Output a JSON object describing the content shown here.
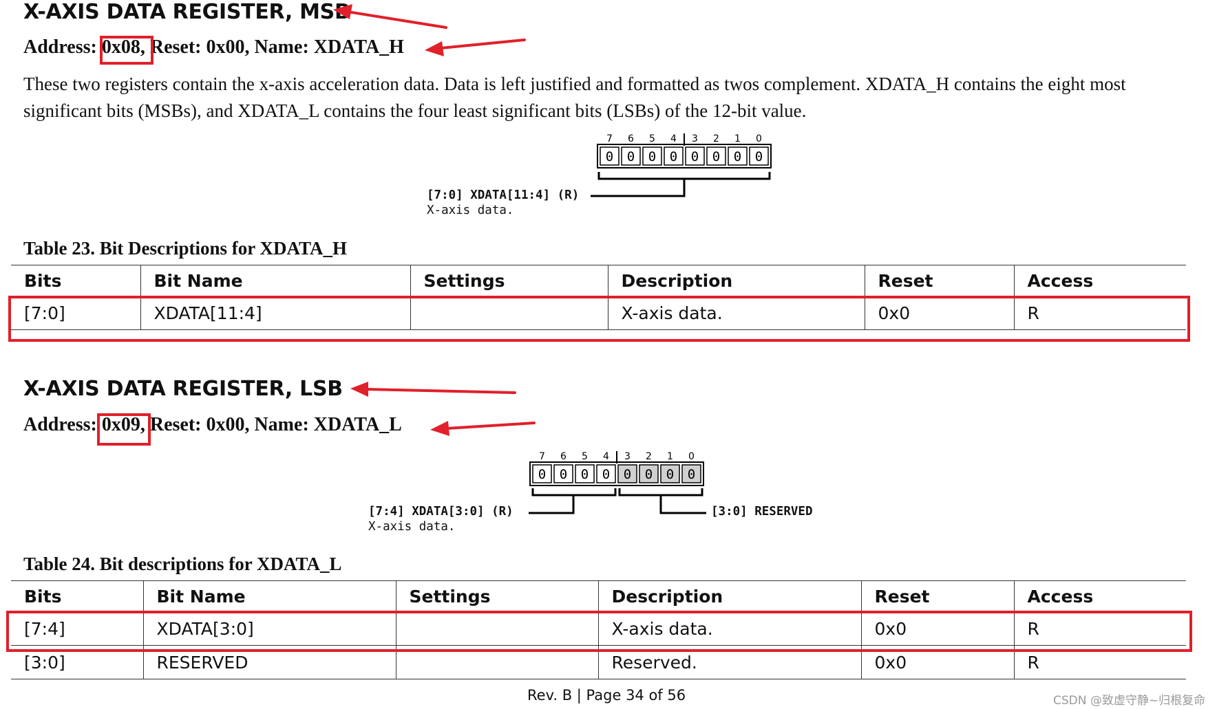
{
  "section_msb": {
    "heading": "X-AXIS DATA REGISTER, MSB",
    "address_label": "Address:",
    "address_value": "0x08",
    "address_rest": "Reset: 0x00, Name: XDATA_H",
    "paragraph": "These two registers contain the x-axis acceleration data. Data is left justified and formatted as twos complement. XDATA_H contains the eight most significant bits (MSBs), and XDATA_L contains the four least significant bits (LSBs) of the 12-bit value.",
    "diagram": {
      "bit_numbers": [
        "7",
        "6",
        "5",
        "4",
        "3",
        "2",
        "1",
        "0"
      ],
      "bit_values": [
        "0",
        "0",
        "0",
        "0",
        "0",
        "0",
        "0",
        "0"
      ],
      "field_label": "[7:0] XDATA[11:4] (R)",
      "field_desc": "X-axis data."
    },
    "table_title": "Table 23. Bit Descriptions for XDATA_H",
    "headers": [
      "Bits",
      "Bit Name",
      "Settings",
      "Description",
      "Reset",
      "Access"
    ],
    "rows": [
      [
        "[7:0]",
        "XDATA[11:4]",
        "",
        "X-axis data.",
        "0x0",
        "R"
      ]
    ]
  },
  "section_lsb": {
    "heading": "X-AXIS DATA REGISTER, LSB",
    "address_label": "Address:",
    "address_value": "0x09",
    "address_rest": "Reset: 0x00, Name: XDATA_L",
    "diagram": {
      "bit_numbers": [
        "7",
        "6",
        "5",
        "4",
        "3",
        "2",
        "1",
        "0"
      ],
      "bit_values": [
        "0",
        "0",
        "0",
        "0",
        "0",
        "0",
        "0",
        "0"
      ],
      "field_label": "[7:4] XDATA[3:0] (R)",
      "field_desc": "X-axis data.",
      "reserved_label": "[3:0] RESERVED"
    },
    "table_title": "Table 24. Bit descriptions for XDATA_L",
    "headers": [
      "Bits",
      "Bit Name",
      "Settings",
      "Description",
      "Reset",
      "Access"
    ],
    "rows": [
      [
        "[7:4]",
        "XDATA[3:0]",
        "",
        "X-axis data.",
        "0x0",
        "R"
      ],
      [
        "[3:0]",
        "RESERVED",
        "",
        "Reserved.",
        "0x0",
        "R"
      ]
    ]
  },
  "footer": {
    "page": "Rev. B | Page 34 of 56"
  },
  "watermark": "CSDN @致虚守静~归根复命",
  "colors": {
    "annotation_red": "#e0202a",
    "reserved_bit_fill": "#d0d0d0"
  }
}
